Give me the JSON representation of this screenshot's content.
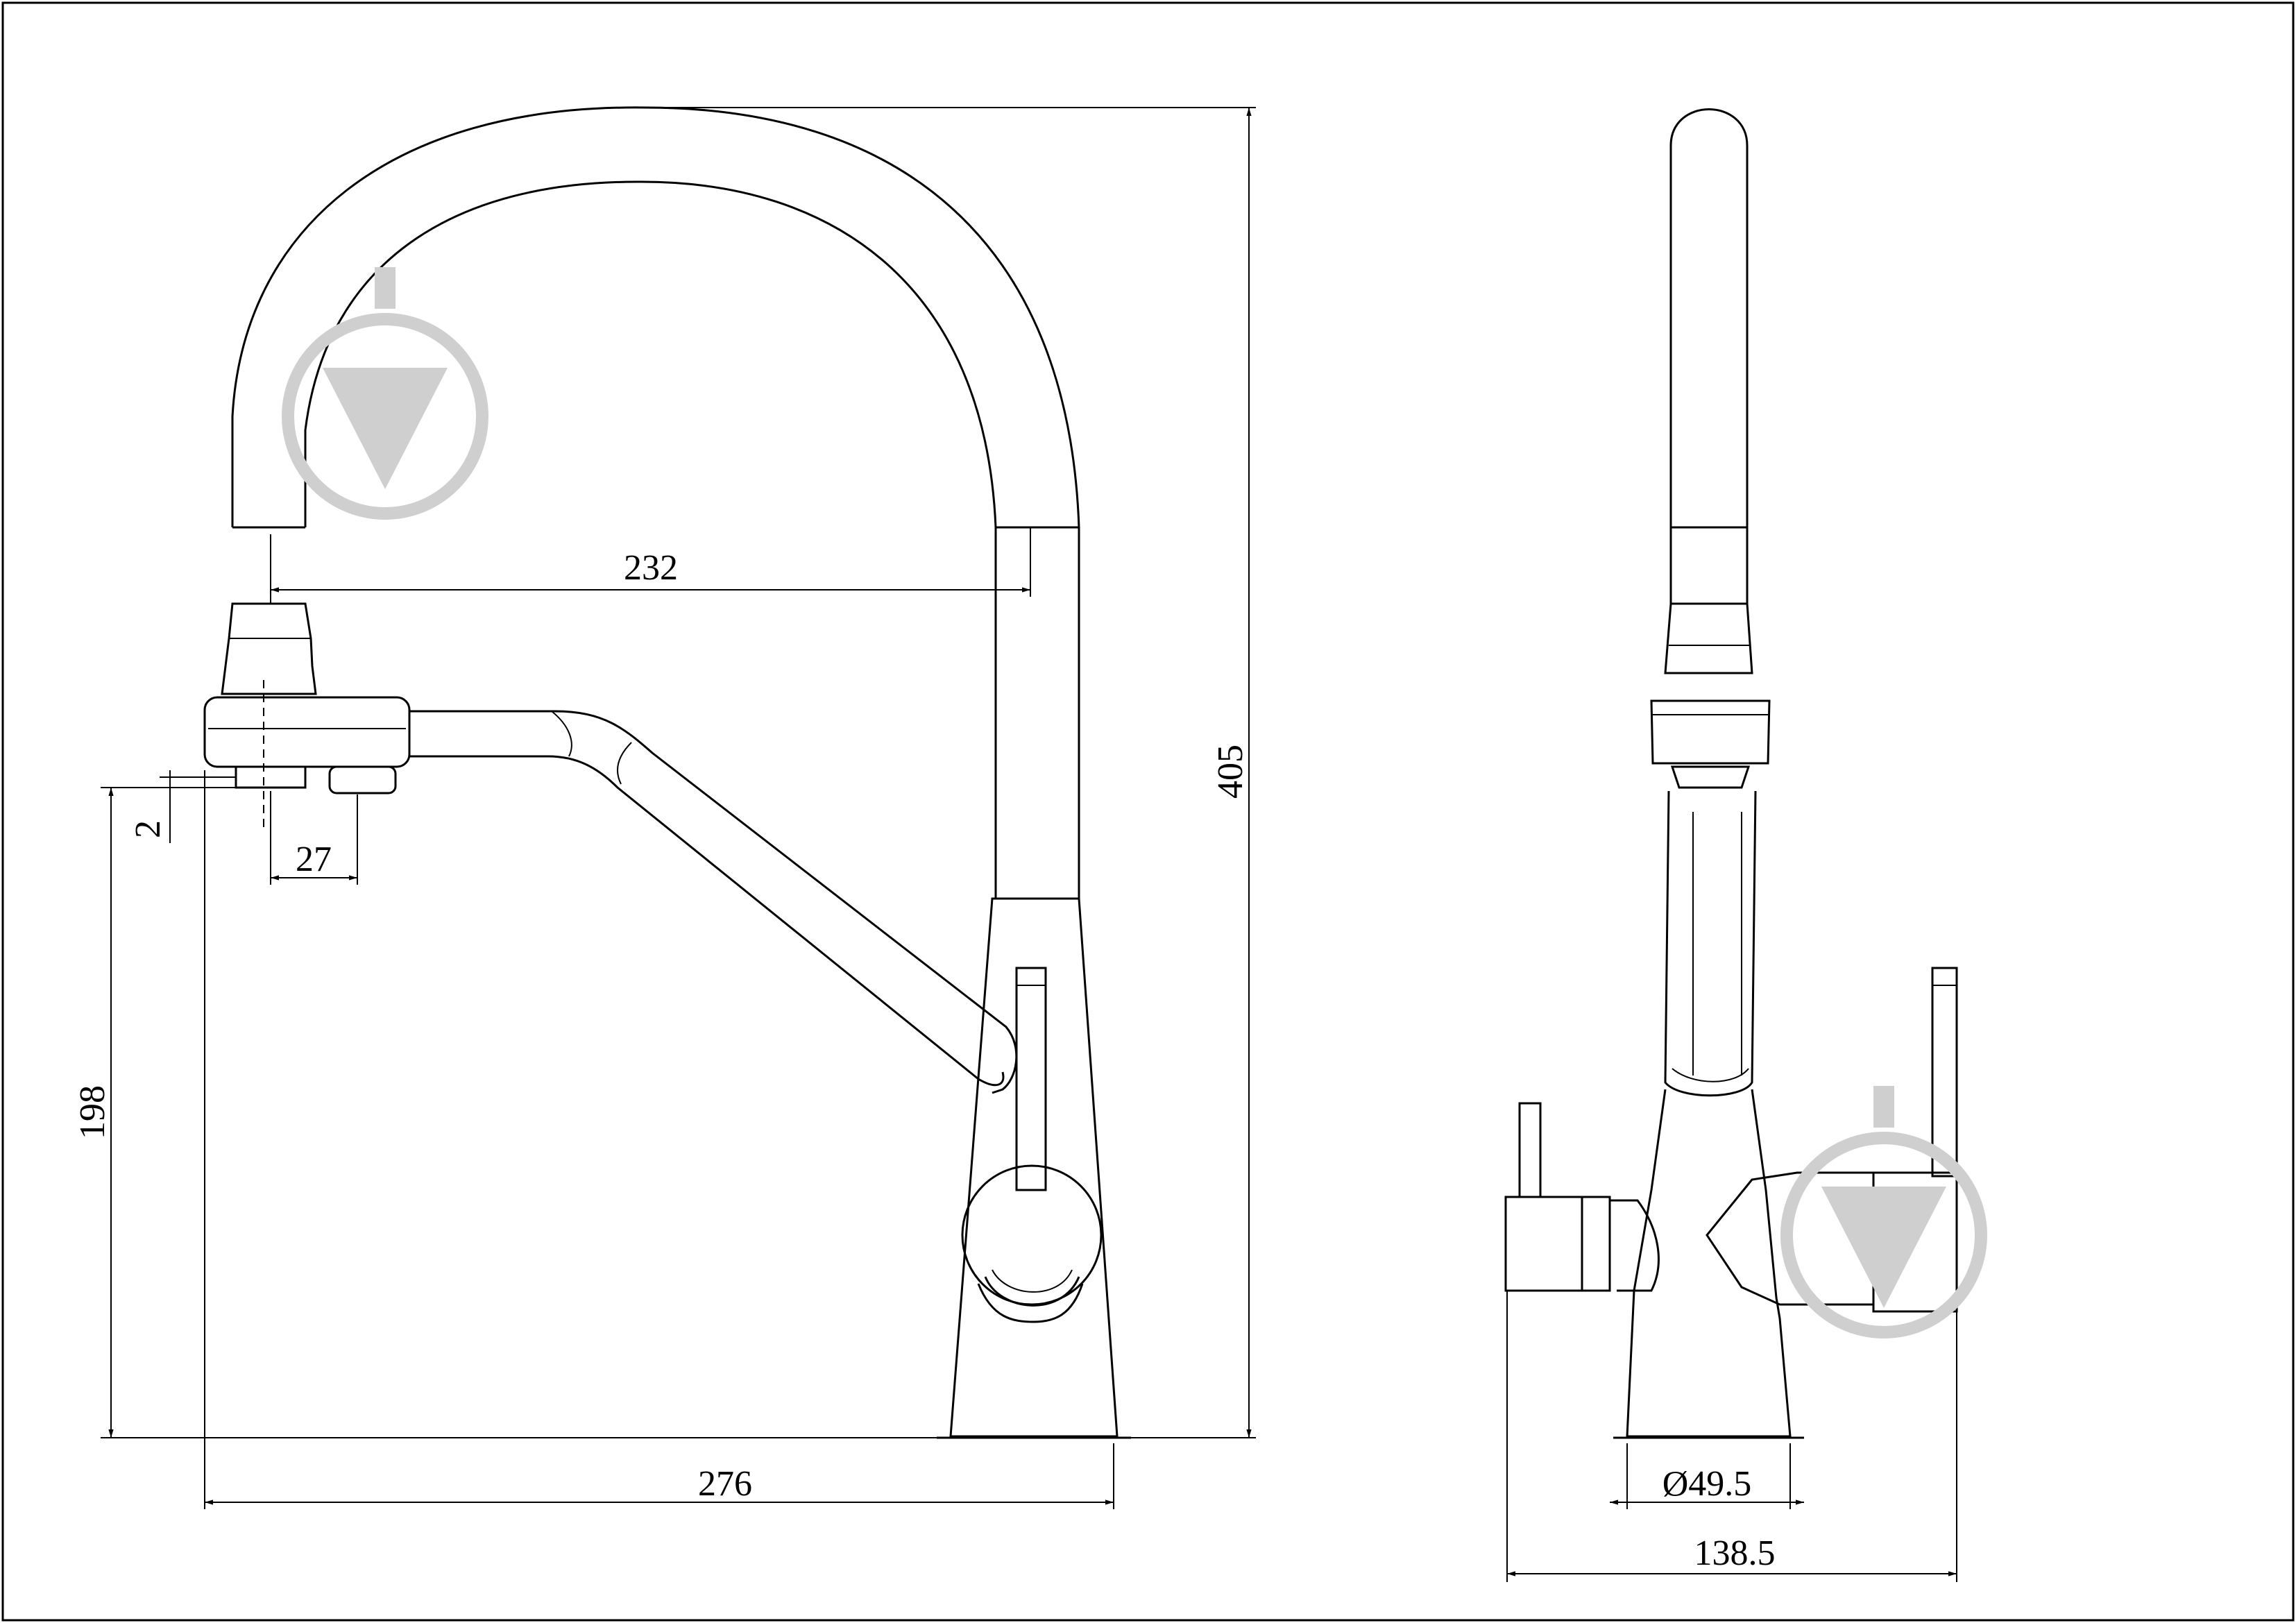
{
  "dimensions": {
    "spout_reach": "232",
    "total_height": "405",
    "offset_2": "2",
    "offset_27": "27",
    "outlet_height": "198",
    "total_width": "276",
    "base_diameter": "Ø49.5",
    "side_width": "138.5"
  },
  "colors": {
    "line": "#000000",
    "watermark": "#cfcfcf",
    "background": "#ffffff"
  },
  "icons": {
    "watermark": "droplet-logo-icon"
  }
}
